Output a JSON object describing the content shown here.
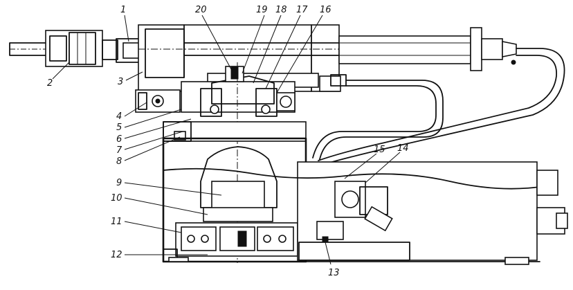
{
  "figure": {
    "labels": {
      "n1": "1",
      "n2": "2",
      "n3": "3",
      "n4": "4",
      "n5": "5",
      "n6": "6",
      "n7": "7",
      "n8": "8",
      "n9": "9",
      "n10": "10",
      "n11": "11",
      "n12": "12",
      "n13": "13",
      "n14": "14",
      "n15": "15",
      "n16": "16",
      "n17": "17",
      "n18": "18",
      "n19": "19",
      "n20": "20"
    }
  }
}
